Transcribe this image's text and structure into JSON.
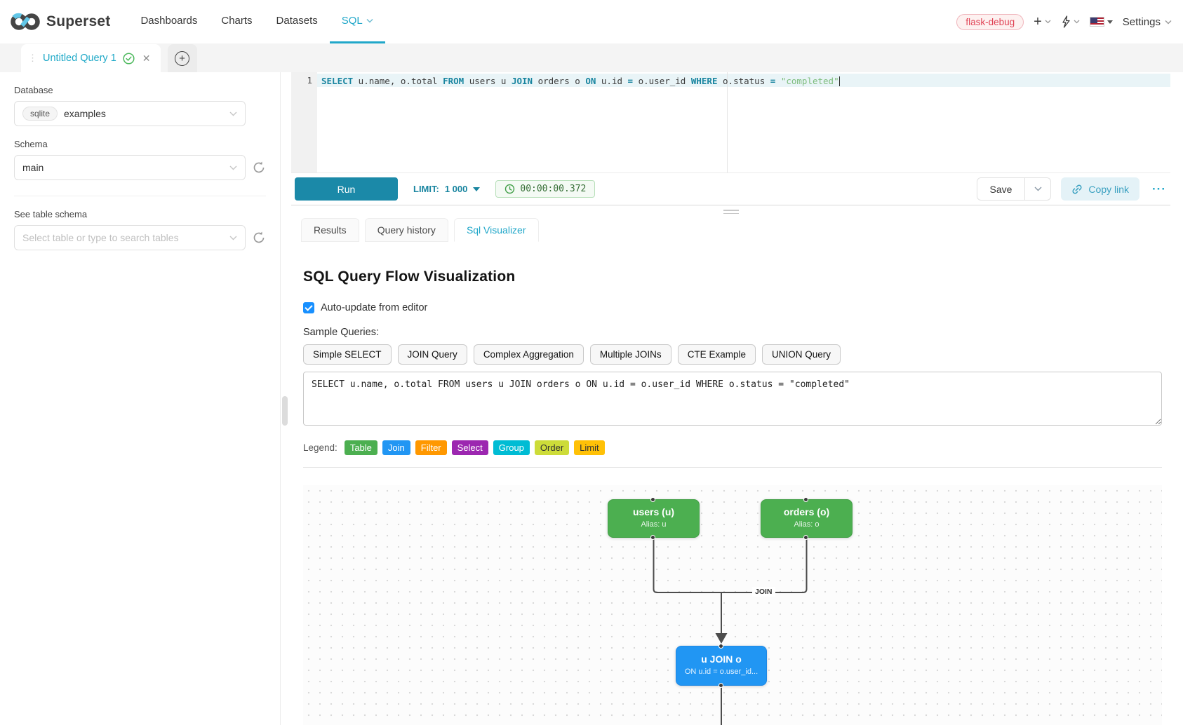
{
  "header": {
    "brand": "Superset",
    "nav": [
      {
        "label": "Dashboards"
      },
      {
        "label": "Charts"
      },
      {
        "label": "Datasets"
      },
      {
        "label": "SQL",
        "state": "active",
        "chevron": true
      }
    ],
    "environment_tag": "flask-debug",
    "settings_label": "Settings"
  },
  "icons": {
    "plus": "+",
    "close": "✕",
    "drag_handle": "⋮",
    "ellipsis": "···"
  },
  "tab_strip": {
    "active_tab_label": "Untitled Query 1"
  },
  "sidebar": {
    "database_label": "Database",
    "database_type": "sqlite",
    "database_value": "examples",
    "schema_label": "Schema",
    "schema_value": "main",
    "table_schema_label": "See table schema",
    "table_placeholder": "Select table or type to search tables"
  },
  "editor": {
    "line_number": "1",
    "tokens": [
      {
        "text": "SELECT",
        "type": "kw"
      },
      {
        "text": " u.name, o.total ",
        "type": "pl"
      },
      {
        "text": "FROM",
        "type": "kw"
      },
      {
        "text": " users u ",
        "type": "pl"
      },
      {
        "text": "JOIN",
        "type": "kw"
      },
      {
        "text": " orders o ",
        "type": "pl"
      },
      {
        "text": "ON",
        "type": "kw"
      },
      {
        "text": " u.id ",
        "type": "pl"
      },
      {
        "text": "=",
        "type": "op"
      },
      {
        "text": " o.user_id ",
        "type": "pl"
      },
      {
        "text": "WHERE",
        "type": "kw"
      },
      {
        "text": " o.status ",
        "type": "pl"
      },
      {
        "text": "=",
        "type": "op"
      },
      {
        "text": " ",
        "type": "pl"
      },
      {
        "text": "\"completed\"",
        "type": "str"
      }
    ]
  },
  "toolbar": {
    "run_label": "Run",
    "limit_label": "LIMIT:",
    "limit_value": "1 000",
    "timer": "00:00:00.372",
    "save_label": "Save",
    "copy_link_label": "Copy link",
    "more_label": "···"
  },
  "south_tabs": [
    {
      "label": "Results"
    },
    {
      "label": "Query history"
    },
    {
      "label": "Sql Visualizer",
      "state": "active"
    }
  ],
  "visualizer": {
    "title": "SQL Query Flow Visualization",
    "auto_update_label": "Auto-update from editor",
    "auto_update_checked": true,
    "sample_queries_label": "Sample Queries:",
    "sample_queries": [
      "Simple SELECT",
      "JOIN Query",
      "Complex Aggregation",
      "Multiple JOINs",
      "CTE Example",
      "UNION Query"
    ],
    "query_text": "SELECT u.name, o.total FROM users u JOIN orders o ON u.id = o.user_id WHERE o.status = \"completed\"",
    "legend_label": "Legend:",
    "legend": [
      {
        "label": "Table",
        "bg": "#4CAF50",
        "fg": "#ffffff"
      },
      {
        "label": "Join",
        "bg": "#2196F3",
        "fg": "#ffffff"
      },
      {
        "label": "Filter",
        "bg": "#FF9800",
        "fg": "#ffffff"
      },
      {
        "label": "Select",
        "bg": "#9C27B0",
        "fg": "#ffffff"
      },
      {
        "label": "Group",
        "bg": "#00BCD4",
        "fg": "#ffffff"
      },
      {
        "label": "Order",
        "bg": "#CDDC39",
        "fg": "#333333"
      },
      {
        "label": "Limit",
        "bg": "#FFC107",
        "fg": "#333333"
      }
    ],
    "flow": {
      "edge_label": "JOIN",
      "nodes": [
        {
          "title": "users (u)",
          "subtitle": "Alias: u",
          "type": "table"
        },
        {
          "title": "orders (o)",
          "subtitle": "Alias: o",
          "type": "table"
        },
        {
          "title": "u JOIN o",
          "subtitle": "ON u.id = o.user_id...",
          "type": "join"
        }
      ]
    }
  },
  "colors": {
    "accent": "#20a7c9",
    "run_button": "#1b89a8",
    "success": "#44b04a",
    "error": "#e04355"
  }
}
